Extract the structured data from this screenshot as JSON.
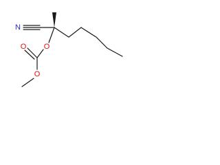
{
  "structure": {
    "atoms": {
      "n_label": "N",
      "o_ester_label": "O",
      "o_carbonyl_label": "O",
      "o_methoxy_label": "O"
    },
    "colors": {
      "bond": "#1a1a1a",
      "carbon_label": "#1a1a1a",
      "nitrogen": "#2a2ad4",
      "oxygen": "#e01010"
    }
  }
}
